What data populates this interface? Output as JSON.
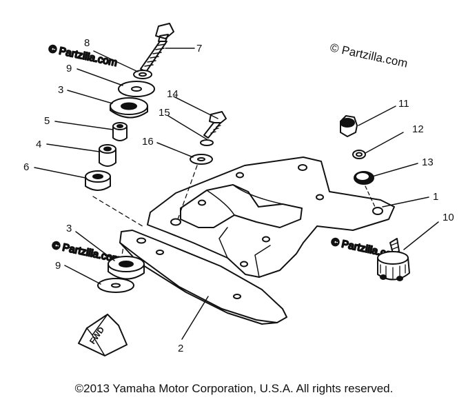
{
  "watermark": "© Partzilla.com",
  "faint_watermark": "© Partzilla.com",
  "fwd_label": "FWD",
  "copyright": "©2013 Yamaha Motor Corporation, U.S.A. All rights reserved.",
  "callouts": {
    "c1": "1",
    "c2": "2",
    "c3a": "3",
    "c3b": "3",
    "c4": "4",
    "c5": "5",
    "c6": "6",
    "c7": "7",
    "c8": "8",
    "c9a": "9",
    "c9b": "9",
    "c10": "10",
    "c11": "11",
    "c12": "12",
    "c13": "13",
    "c14": "14",
    "c15": "15",
    "c16": "16"
  }
}
